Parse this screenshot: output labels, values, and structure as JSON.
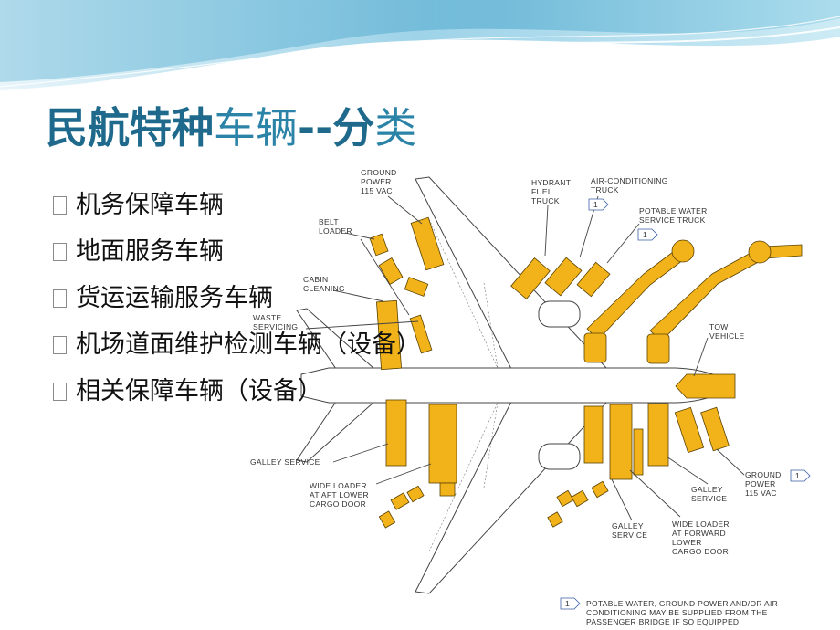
{
  "slide": {
    "title": {
      "part1": "民航特种",
      "part2": "车辆",
      "part3": "--分",
      "part4": "类"
    },
    "bullets": [
      "机务保障车辆",
      "地面服务车辆",
      "货运运输服务车辆",
      "机场道面维护检测车辆（设备）",
      "相关保障车辆（设备）"
    ]
  },
  "diagram": {
    "labels": {
      "ground_power_top_1": "GROUND",
      "ground_power_top_2": "POWER",
      "ground_power_top_3": "115 VAC",
      "belt_loader_1": "BELT",
      "belt_loader_2": "LOADER",
      "cabin_cleaning_1": "CABIN",
      "cabin_cleaning_2": "CLEANING",
      "waste_servicing_1": "WASTE",
      "waste_servicing_2": "SERVICING",
      "hydrant_1": "HYDRANT",
      "hydrant_2": "FUEL",
      "hydrant_3": "TRUCK",
      "aircon_1": "AIR-CONDITIONING",
      "aircon_2": "TRUCK",
      "potable_1": "POTABLE WATER",
      "potable_2": "SERVICE TRUCK",
      "tow_1": "TOW",
      "tow_2": "VEHICLE",
      "galley_left": "GALLEY SERVICE",
      "wide_aft_1": "WIDE LOADER",
      "wide_aft_2": "AT AFT LOWER",
      "wide_aft_3": "CARGO DOOR",
      "galley_mid_1": "GALLEY",
      "galley_mid_2": "SERVICE",
      "wide_fwd_1": "WIDE LOADER",
      "wide_fwd_2": "AT FORWARD",
      "wide_fwd_3": "LOWER",
      "wide_fwd_4": "CARGO DOOR",
      "galley_right_1": "GALLEY",
      "galley_right_2": "SERVICE",
      "ground_power_right_1": "GROUND",
      "ground_power_right_2": "POWER",
      "ground_power_right_3": "115 VAC",
      "note_marker": "1",
      "note_1": "POTABLE WATER, GROUND POWER AND/OR AIR",
      "note_2": "CONDITIONING MAY BE SUPPLIED FROM THE",
      "note_3": "PASSENGER BRIDGE IF SO EQUIPPED."
    },
    "colors": {
      "vehicle": "#f2b31a",
      "title": "#1f6a8c",
      "wave_dark": "#5fb0d2",
      "wave_light": "#bfe3f1",
      "flag": "#3a5fa8"
    }
  }
}
